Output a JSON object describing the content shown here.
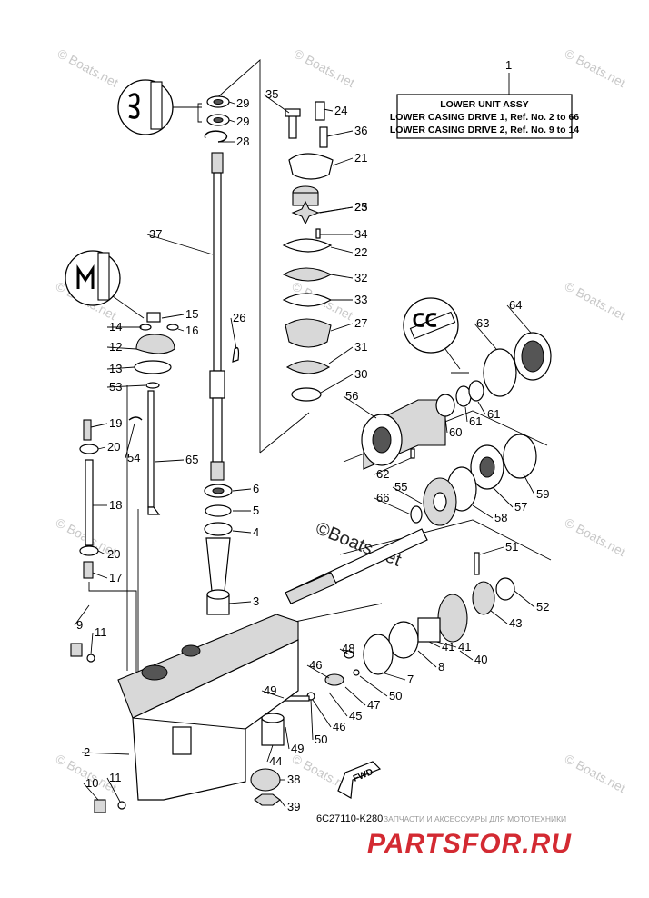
{
  "title_box": {
    "ref_number": "1",
    "line1": "LOWER UNIT ASSY",
    "line2": "LOWER CASING DRIVE 1,  Ref. No. 2 to 66",
    "line3": "LOWER CASING DRIVE 2,  Ref. No. 9 to 14"
  },
  "diagram_code": "6C27110-K280",
  "fwd_label": "FWD",
  "watermark": "© Boats.net",
  "watermark_center": "©Boats.net",
  "brand": {
    "name": "PARTSFOR.RU",
    "tagline": "ЗАПЧАСТИ И АКСЕССУАРЫ ДЛЯ МОТОТЕХНИКИ"
  },
  "part_labels": [
    "2",
    "3",
    "4",
    "5",
    "6",
    "7",
    "8",
    "9",
    "10",
    "11",
    "11",
    "12",
    "13",
    "14",
    "15",
    "16",
    "17",
    "18",
    "19",
    "20",
    "20",
    "21",
    "22",
    "23",
    "24",
    "25",
    "26",
    "27",
    "28",
    "29",
    "29",
    "30",
    "31",
    "32",
    "33",
    "34",
    "35",
    "36",
    "37",
    "38",
    "39",
    "40",
    "41",
    "41",
    "43",
    "44",
    "45",
    "46",
    "46",
    "47",
    "48",
    "49",
    "49",
    "50",
    "50",
    "51",
    "52",
    "53",
    "54",
    "55",
    "56",
    "57",
    "58",
    "59",
    "60",
    "61",
    "61",
    "62",
    "63",
    "64",
    "65",
    "66"
  ],
  "icons": [
    "grease-tube-icon",
    "sealant-tube-icon",
    "loctite-tube-icon",
    "fwd-arrow-icon"
  ]
}
